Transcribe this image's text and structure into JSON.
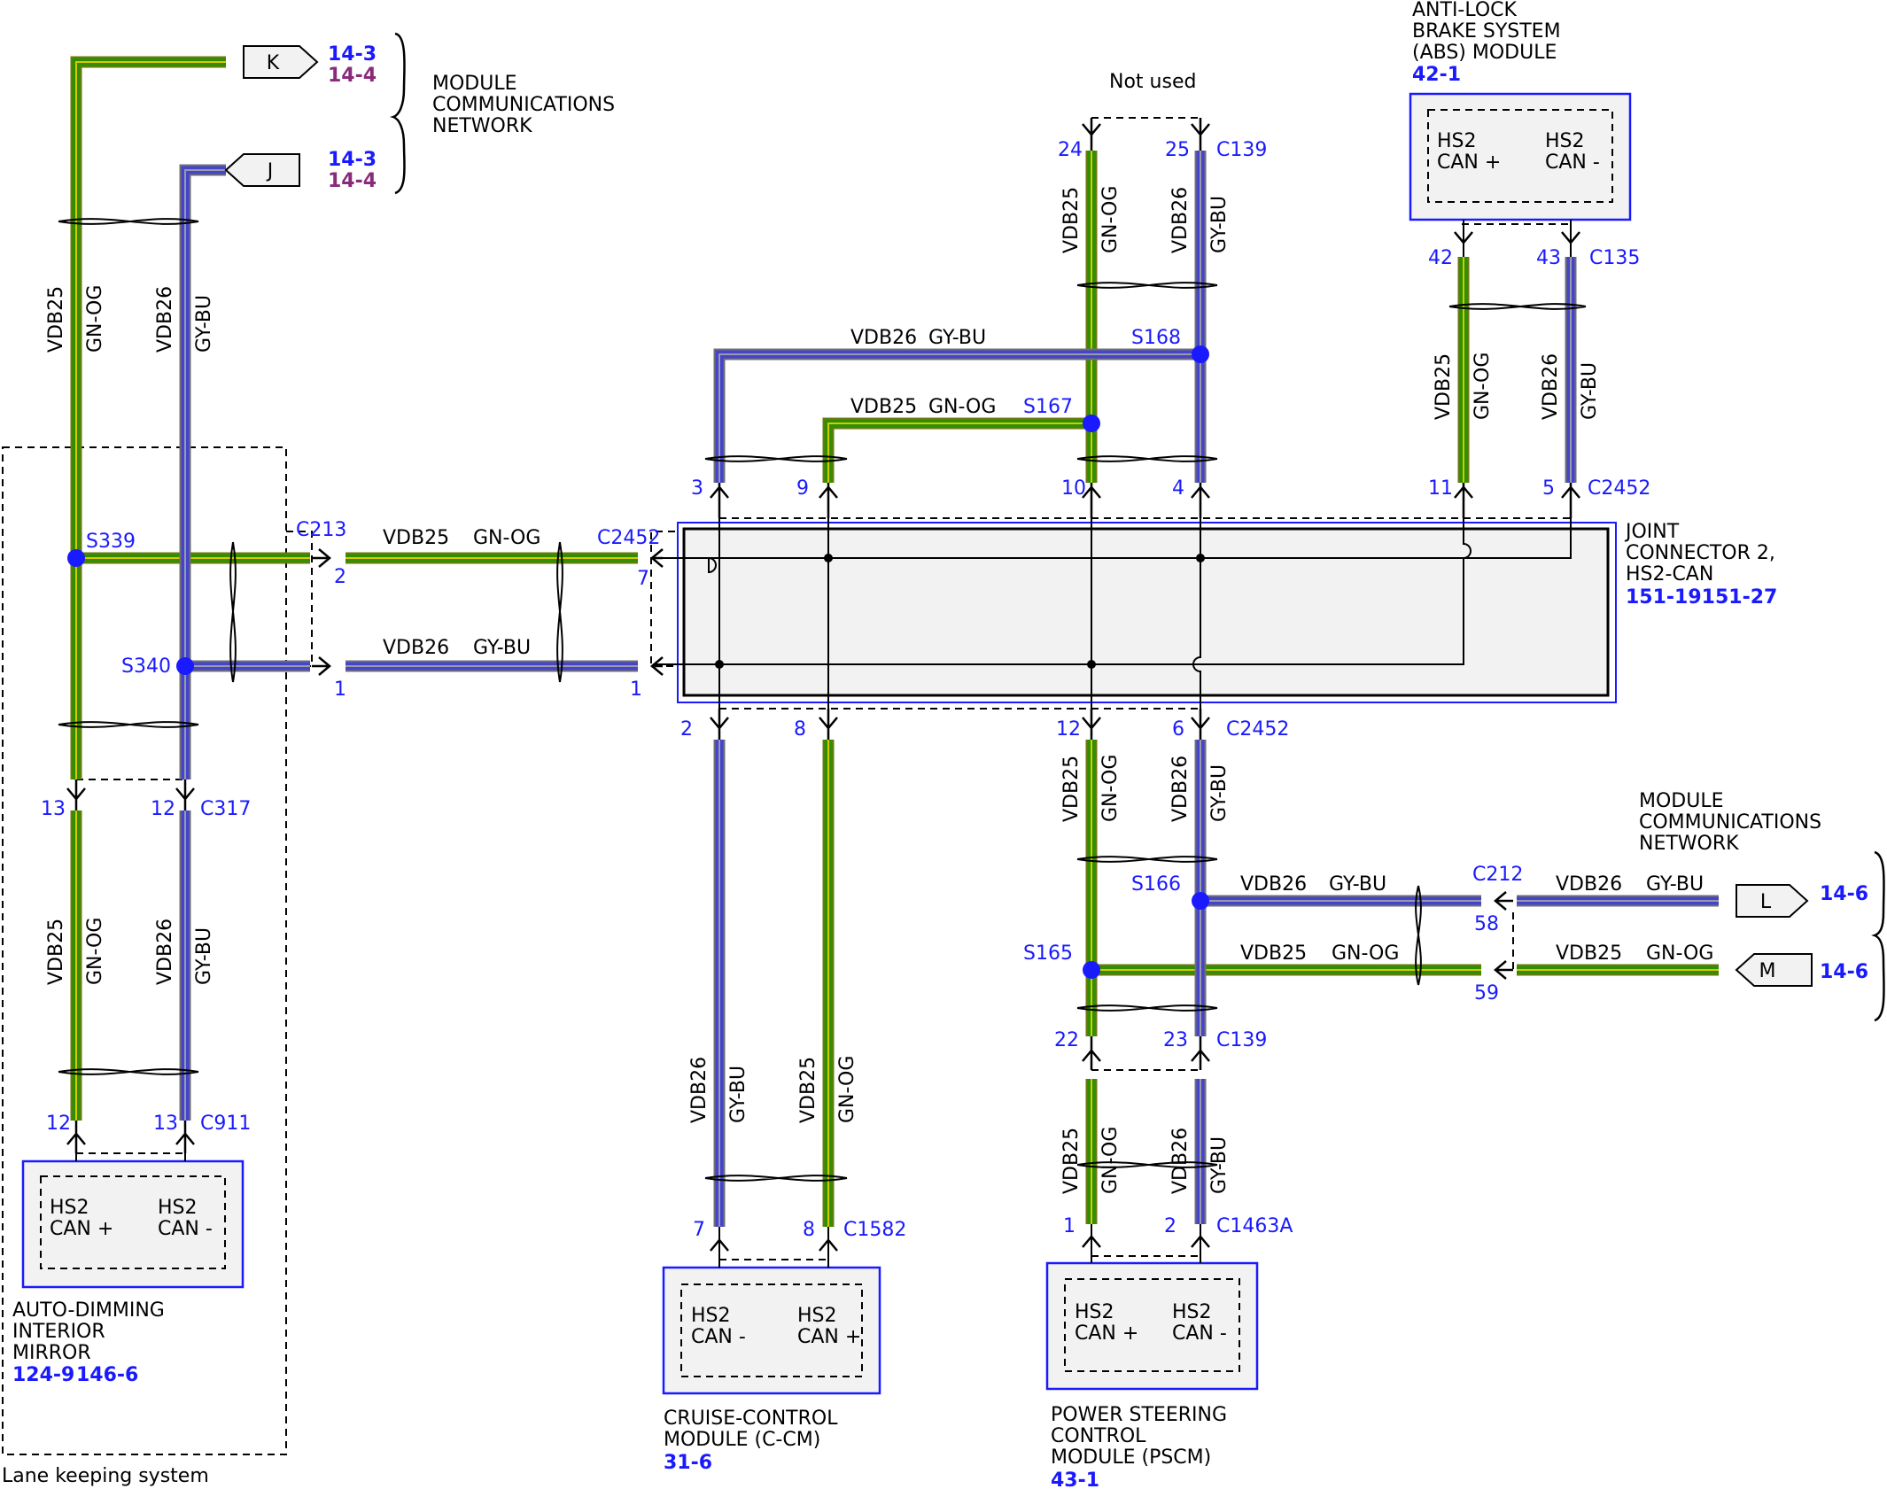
{
  "colors": {
    "gnog_outer": "#6b7a10",
    "gnog_green": "#2f8f00",
    "gnog_stripe": "#d8c800",
    "gybu_outer": "#707070",
    "gybu_blue": "#4444cc",
    "gybu_stripe": "#9a9aa8",
    "accent_blue": "#1a1aff",
    "ref_purple": "#8a2a7a"
  },
  "wires": {
    "vdb25": "VDB25",
    "vdb26": "VDB26",
    "gnog": "GN-OG",
    "gybu": "GY-BU"
  },
  "signals": {
    "canp": "CAN +",
    "canm": "CAN -",
    "hs2": "HS2"
  },
  "connectors": {
    "c139": "C139",
    "c135": "C135",
    "c2452": "C2452",
    "c213": "C213",
    "c317": "C317",
    "c911": "C911",
    "c1582": "C1582",
    "c1463a": "C1463A",
    "c212": "C212"
  },
  "splices": {
    "s339": "S339",
    "s340": "S340",
    "s168": "S168",
    "s167": "S167",
    "s166": "S166",
    "s165": "S165"
  },
  "pins": {
    "p1": "1",
    "p2": "2",
    "p3": "3",
    "p4": "4",
    "p5": "5",
    "p6": "6",
    "p7": "7",
    "p8": "8",
    "p9": "9",
    "p10": "10",
    "p11": "11",
    "p12": "12",
    "p13": "13",
    "p22": "22",
    "p23": "23",
    "p24": "24",
    "p25": "25",
    "p42": "42",
    "p43": "43",
    "p58": "58",
    "p59": "59"
  },
  "tags": {
    "k": "K",
    "j": "J",
    "l": "L",
    "m": "M"
  },
  "refs": {
    "r143": "14-3",
    "r144": "14-4",
    "r146": "14-6"
  },
  "network": {
    "l1": "MODULE",
    "l2": "COMMUNICATIONS",
    "l3": "NETWORK"
  },
  "not_used": "Not used",
  "abs": {
    "l1": "ANTI-LOCK",
    "l2": "BRAKE SYSTEM",
    "l3": "(ABS) MODULE",
    "ref": "42-1"
  },
  "joint": {
    "l1": "JOINT",
    "l2": "CONNECTOR 2,",
    "l3": "HS2-CAN",
    "ref": "151-19151-27"
  },
  "mirror": {
    "l1": "AUTO-DIMMING",
    "l2": "INTERIOR",
    "l3": "MIRROR",
    "ref1": "124-9",
    "ref2": "146-6"
  },
  "lane": "Lane keeping system",
  "ccm": {
    "l1": "CRUISE-CONTROL",
    "l2": "MODULE (C-CM)",
    "ref": "31-6"
  },
  "pscm": {
    "l1": "POWER STEERING",
    "l2": "CONTROL",
    "l3": "MODULE (PSCM)",
    "ref": "43-1"
  }
}
